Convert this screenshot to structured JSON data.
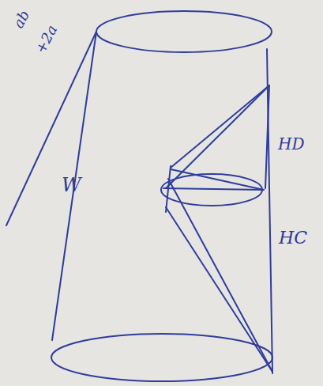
{
  "diagram": {
    "labels": [
      "ab",
      "+2a",
      "W",
      "HD",
      "HC"
    ]
  }
}
